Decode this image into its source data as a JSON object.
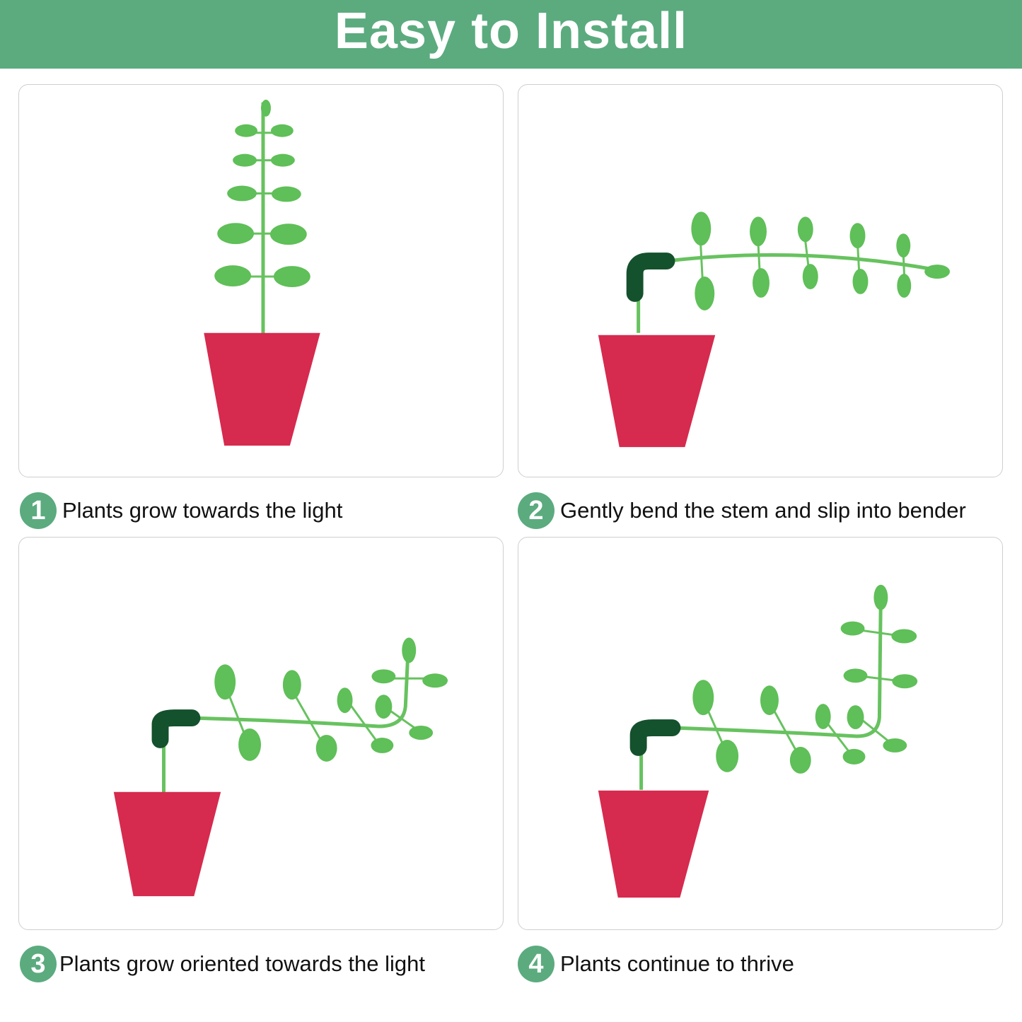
{
  "banner": {
    "title": "Easy to Install"
  },
  "colors": {
    "banner_green": "#5bab7f",
    "leaf_green": "#5fbf58",
    "stem_green": "#67c25f",
    "bender_dark_green": "#14512d",
    "pot_red": "#d62a4e"
  },
  "steps": [
    {
      "number": "1",
      "text": "Plants grow towards the light"
    },
    {
      "number": "2",
      "text": "Gently bend the stem and slip into bender"
    },
    {
      "number": "3",
      "text": "Plants grow oriented towards the light"
    },
    {
      "number": "4",
      "text": "Plants continue to thrive"
    }
  ]
}
